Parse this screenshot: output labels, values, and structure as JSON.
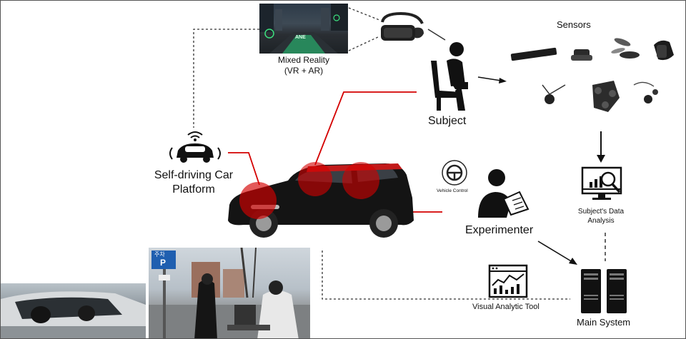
{
  "diagram": {
    "mixed_reality_label_line1": "Mixed Reality",
    "mixed_reality_label_line2": "(VR + AR)",
    "sensors_label": "Sensors",
    "subject_label": "Subject",
    "self_driving_label_line1": "Self-driving Car",
    "self_driving_label_line2": "Platform",
    "vehicle_control_label": "Vehicle Control",
    "experimenter_label": "Experimenter",
    "data_analysis_label_line1": "Subject's Data",
    "data_analysis_label_line2": "Analysis",
    "visual_tool_label": "Visual Analytic Tool",
    "main_system_label": "Main System",
    "road_display_text": "ANE",
    "parking_sign_text": "P",
    "parking_sign_korean": "주차",
    "accent_color": "#d40000"
  }
}
